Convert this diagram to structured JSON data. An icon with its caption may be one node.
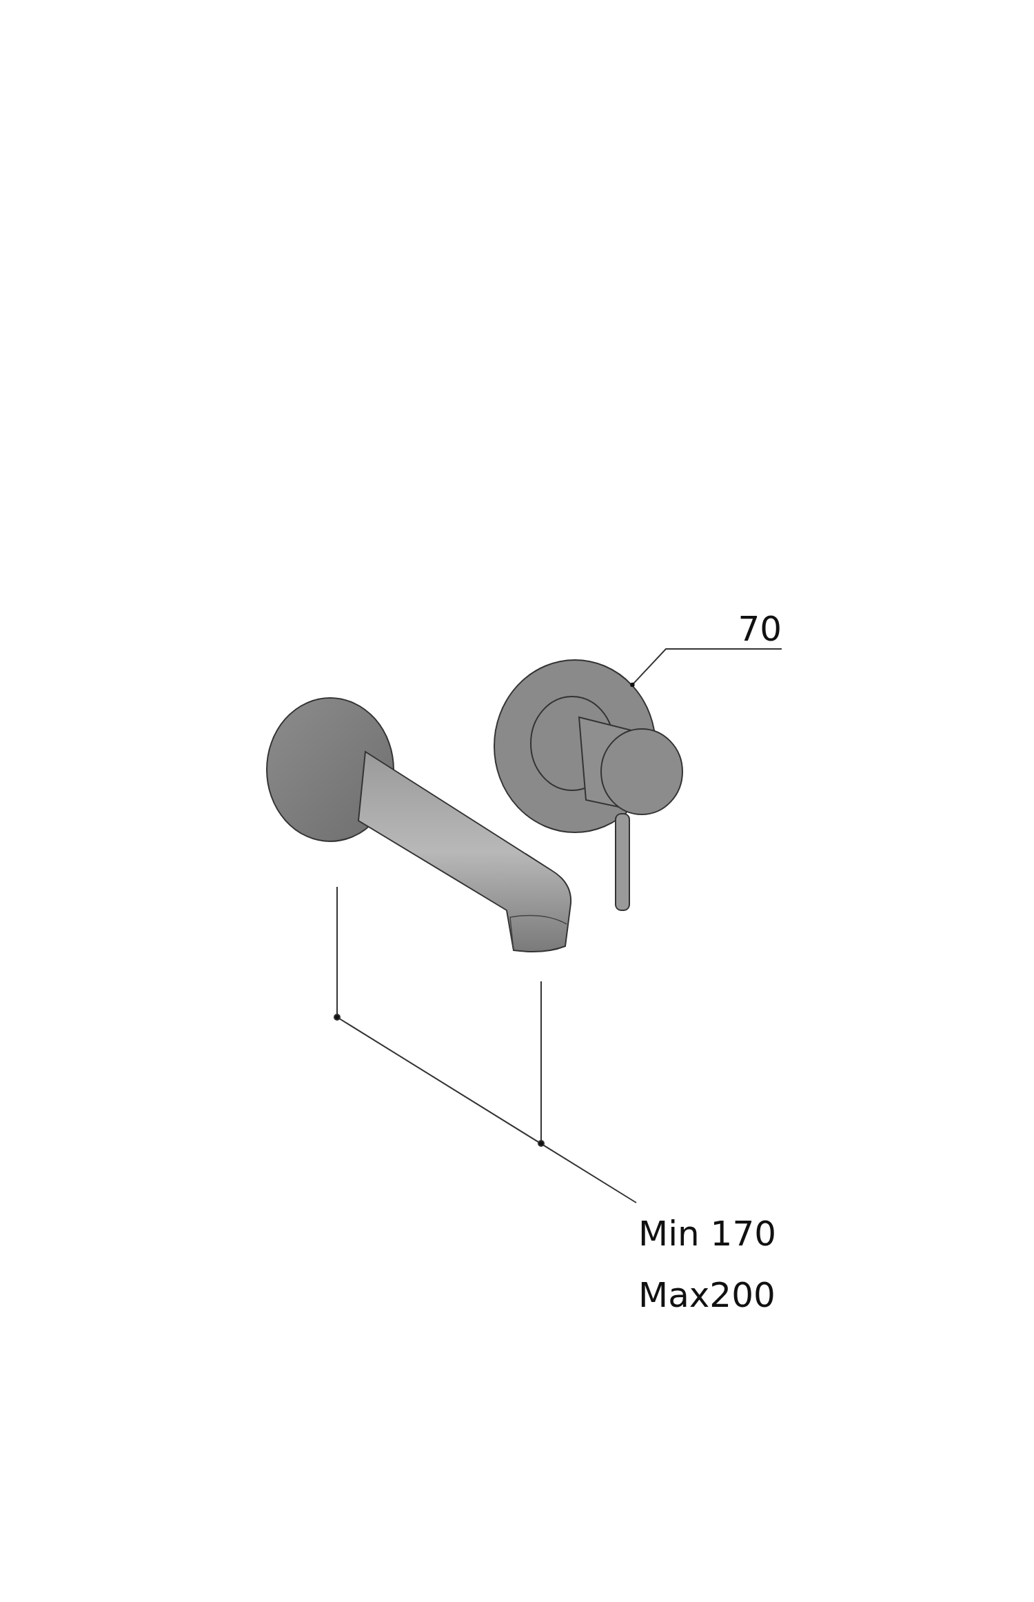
{
  "diagram": {
    "nodes": [
      {
        "text": [
          "70"
        ]
      },
      {
        "text": [],
        "shape": "picture"
      }
    ],
    "edges": [
      {
        "from": 0,
        "to": 1,
        "arrow": "other"
      }
    ],
    "labels": [
      "Min 170",
      "Max200"
    ]
  }
}
